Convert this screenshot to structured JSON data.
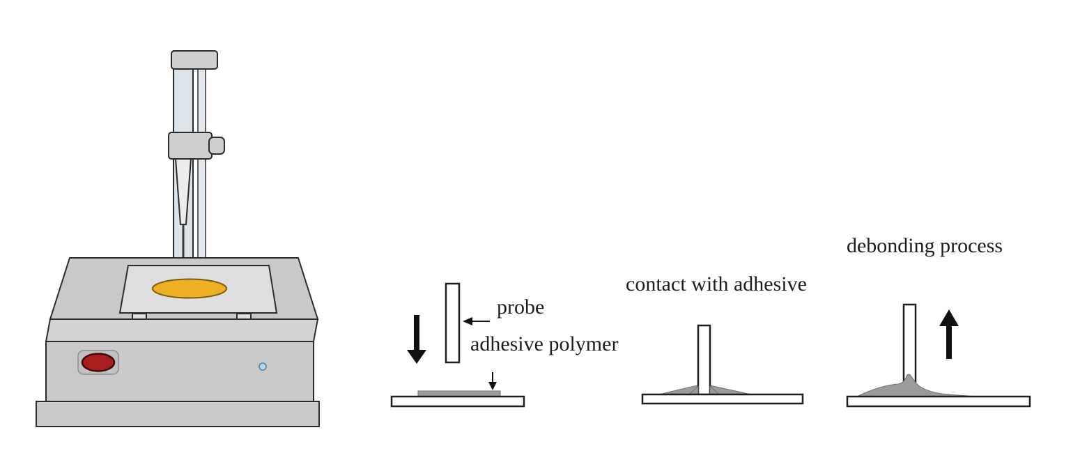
{
  "figure": {
    "labels": {
      "probe": "probe",
      "adhesive_polymer": "adhesive polymer",
      "contact": "contact with adhesive",
      "debonding": "debonding process"
    },
    "colors": {
      "sample_yellow": "#edb024",
      "button_red": "#a81e1e",
      "indicator_blue": "#bcd8ea",
      "adhesive_gray": "#9b9b9b",
      "ink": "#1c1c1c"
    }
  }
}
